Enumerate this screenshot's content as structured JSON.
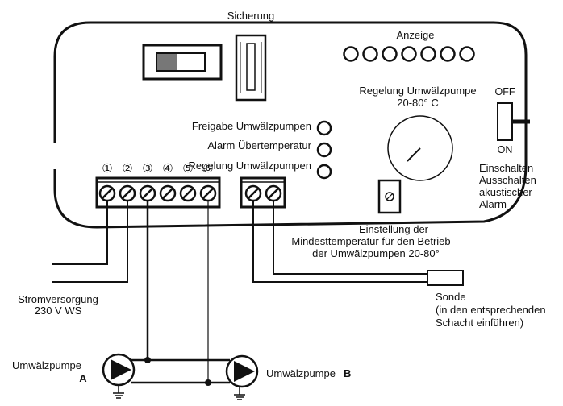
{
  "labels": {
    "fuse": "Sicherung",
    "display": "Anzeige",
    "pump_control_title": "Regelung Umwälzpumpe",
    "pump_control_range": "20-80° C",
    "switch_off": "OFF",
    "switch_on": "ON",
    "alarm_switch_lines": [
      "Einschalten",
      "Ausschalten",
      "akustischer",
      "Alarm"
    ],
    "indicator_lines": [
      "Freigabe Umwälzpumpen",
      "Alarm Übertemperatur",
      "Regelung Umwälzpumpen"
    ],
    "min_temp_lines": [
      "Einstellung der",
      "Mindesttemperatur für den Betrieb",
      "der Umwälzpumpen 20-80°"
    ],
    "power_lines": [
      "Stromversorgung",
      "230 V WS"
    ],
    "probe_lines": [
      "Sonde",
      "(in den entsprechenden",
      "Schacht einführen)"
    ],
    "pump_a_name": "Umwälzpumpe",
    "pump_a_letter": "A",
    "pump_b_name": "Umwälzpumpe",
    "pump_b_letter": "B"
  },
  "terminals": [
    "①",
    "②",
    "③",
    "④",
    "⑤",
    "⑥"
  ],
  "display_led_count": 7
}
